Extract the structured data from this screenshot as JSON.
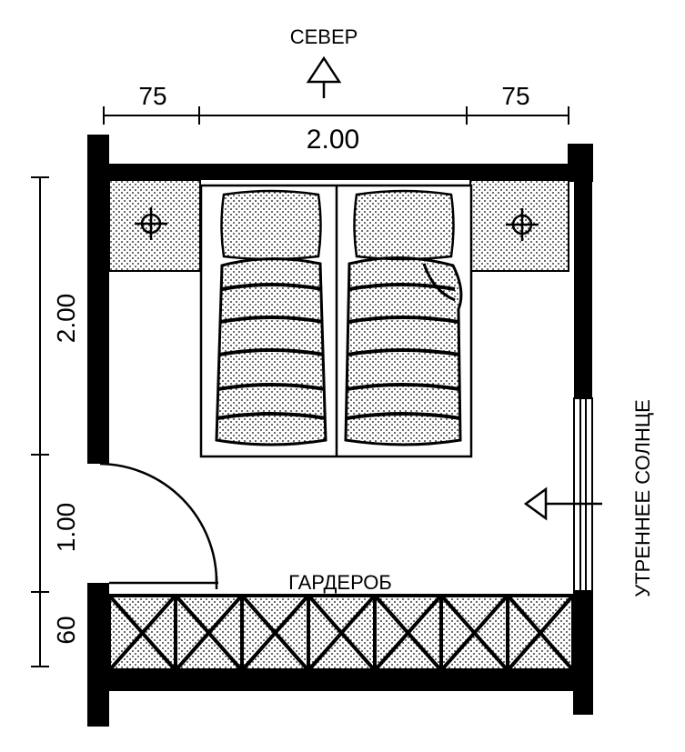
{
  "labels": {
    "north": "СЕВЕР",
    "wardrobe": "ГАРДЕРОБ",
    "morning_sun": "УТРЕННЕЕ СОЛНЦЕ"
  },
  "dimensions": {
    "top_left": "75",
    "top_right": "75",
    "top_total": "2.00",
    "left_upper": "2.00",
    "left_middle": "1.00",
    "left_lower": "60"
  },
  "colors": {
    "ink": "#000000",
    "paper": "#ffffff"
  },
  "icons": [
    "north-arrow-icon",
    "sun-arrow-icon",
    "ceiling-light-icon"
  ]
}
